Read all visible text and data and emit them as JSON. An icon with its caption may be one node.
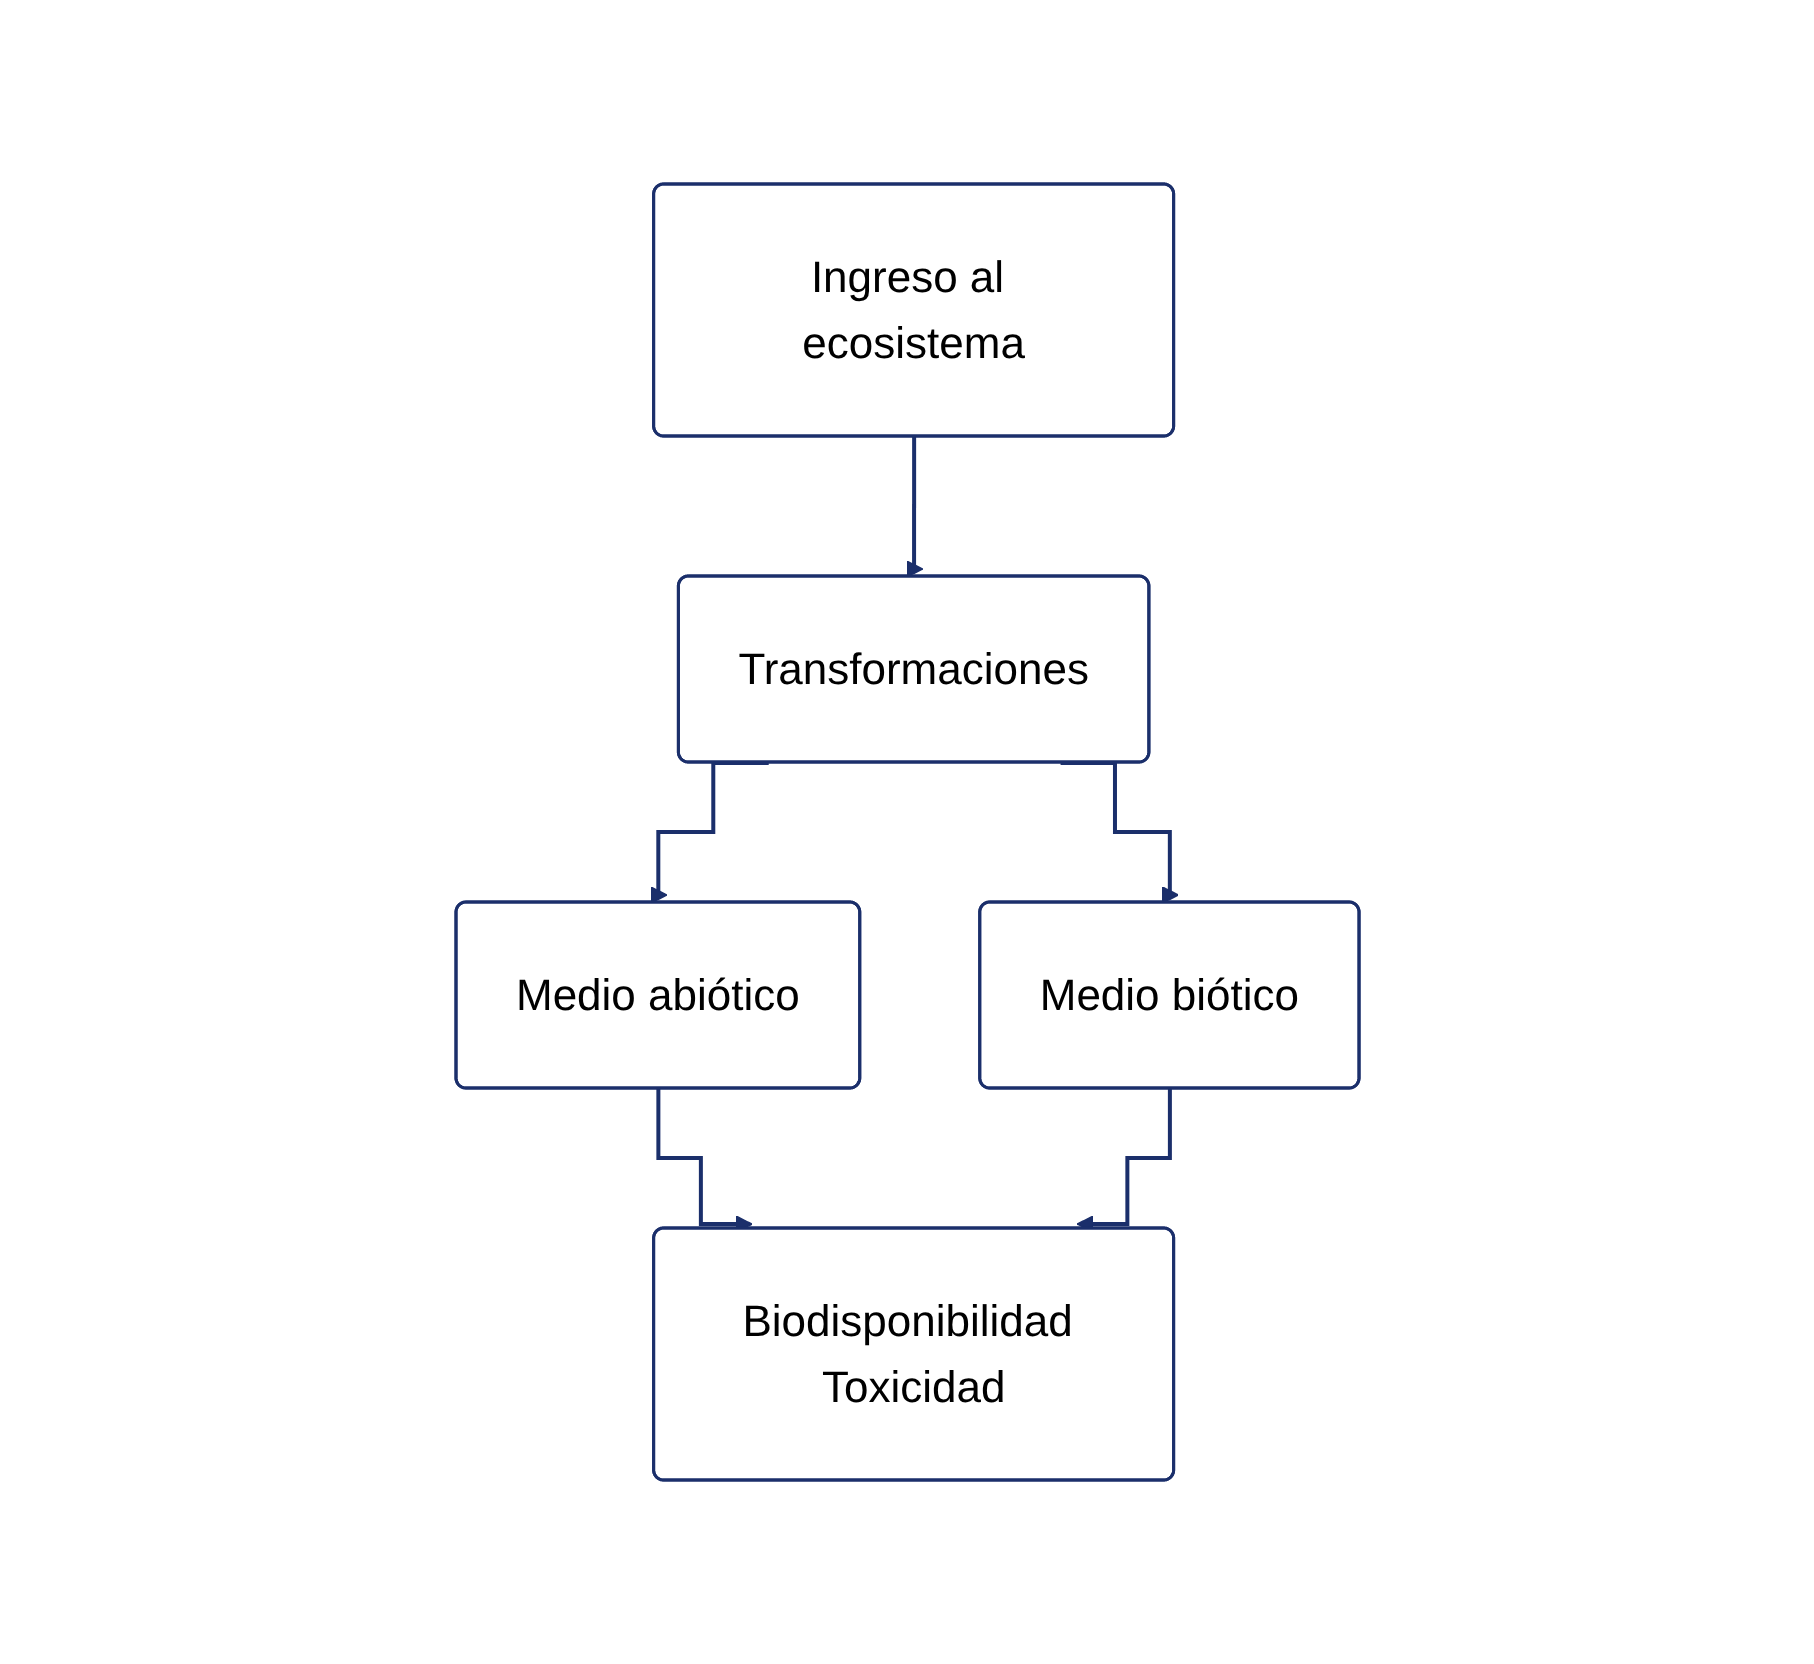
{
  "diagram": {
    "nodes": [
      {
        "text": [
          "Ingreso al ecosistema"
        ]
      },
      {
        "text": [
          "Transformaciones"
        ]
      },
      {
        "text": [
          "Medio abiótico"
        ]
      },
      {
        "text": [
          "Medio biótico"
        ]
      },
      {
        "text": [
          "Biodisponibilidad Toxicidad"
        ]
      }
    ],
    "edges": [
      {
        "from": 0,
        "to": 1,
        "arrow": "to"
      },
      {
        "from": 1,
        "to": 2,
        "arrow": "to"
      },
      {
        "from": 1,
        "to": 3,
        "arrow": "to"
      },
      {
        "from": 2,
        "to": 4,
        "arrow": "to"
      },
      {
        "from": 3,
        "to": 4,
        "arrow": "to"
      }
    ]
  }
}
